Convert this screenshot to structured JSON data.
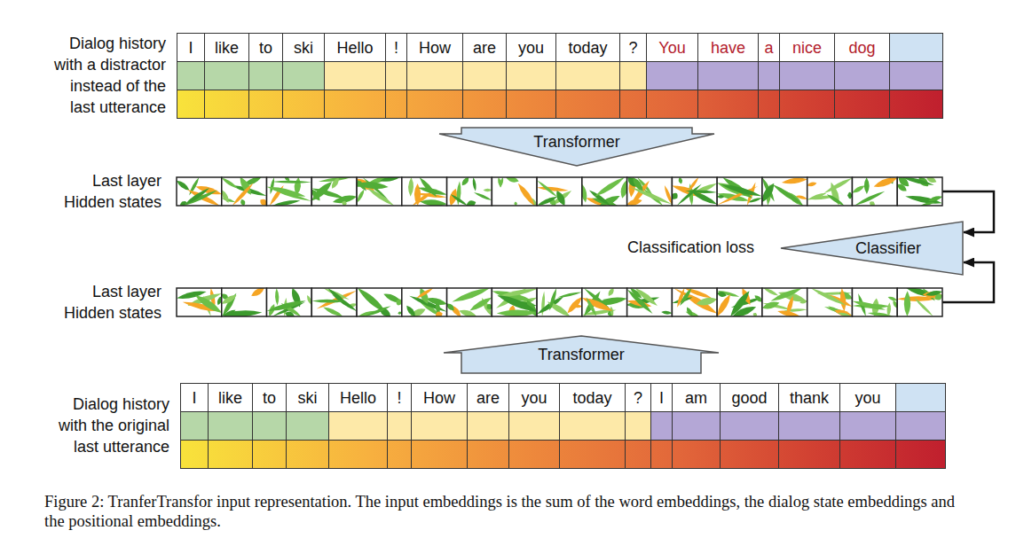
{
  "diagram": {
    "caption": "Figure 2: TranferTransfor input representation. The input embeddings is the sum of the word embeddings, the dialog state embeddings and the positional embeddings.",
    "nodes": [
      {
        "text": [
          "Dialog history with a distractor instead of the last utterance"
        ]
      },
      {
        "text": [
          "I"
        ],
        "in": 0
      },
      {
        "text": [
          "like"
        ],
        "in": 0
      },
      {
        "text": [
          "to"
        ],
        "in": 0
      },
      {
        "text": [
          "ski"
        ],
        "in": 0
      },
      {
        "text": [
          "Hello"
        ],
        "in": 0
      },
      {
        "text": [
          "!"
        ],
        "in": 0
      },
      {
        "text": [
          "How"
        ],
        "in": 0
      },
      {
        "text": [
          "are"
        ],
        "in": 0
      },
      {
        "text": [
          "you"
        ],
        "in": 0
      },
      {
        "text": [
          "today"
        ],
        "in": 0
      },
      {
        "text": [
          "?"
        ],
        "in": 0
      },
      {
        "text": [
          "You"
        ],
        "in": 0
      },
      {
        "text": [
          "have"
        ],
        "in": 0
      },
      {
        "text": [
          "a"
        ],
        "in": 0
      },
      {
        "text": [
          "nice"
        ],
        "in": 0
      },
      {
        "text": [
          "dog"
        ],
        "in": 0
      },
      {
        "text": [
          "Transformer"
        ]
      },
      {
        "text": [
          "Last layer Hidden states"
        ]
      },
      {
        "text": [
          "Classifier"
        ]
      },
      {
        "text": [
          "Last layer Hidden states"
        ]
      },
      {
        "text": [
          "Transformer"
        ]
      },
      {
        "text": [
          "Dialog history with the original last utterance"
        ]
      },
      {
        "text": [
          "I"
        ],
        "in": 22
      },
      {
        "text": [
          "like"
        ],
        "in": 22
      },
      {
        "text": [
          "to"
        ],
        "in": 22
      },
      {
        "text": [
          "ski"
        ],
        "in": 22
      },
      {
        "text": [
          "Hello"
        ],
        "in": 22
      },
      {
        "text": [
          "!"
        ],
        "in": 22
      },
      {
        "text": [
          "How"
        ],
        "in": 22
      },
      {
        "text": [
          "are"
        ],
        "in": 22
      },
      {
        "text": [
          "you"
        ],
        "in": 22
      },
      {
        "text": [
          "today"
        ],
        "in": 22
      },
      {
        "text": [
          "?"
        ],
        "in": 22
      },
      {
        "text": [
          "I"
        ],
        "in": 22
      },
      {
        "text": [
          "am"
        ],
        "in": 22
      },
      {
        "text": [
          "good"
        ],
        "in": 22
      },
      {
        "text": [
          "thank"
        ],
        "in": 22
      },
      {
        "text": [
          "you"
        ],
        "in": 22
      }
    ],
    "edges": [
      {
        "from": 18,
        "to": 19,
        "arrow": "to"
      },
      {
        "from": 20,
        "to": 19,
        "arrow": "to"
      }
    ],
    "labels": [
      "Classification loss"
    ]
  }
}
